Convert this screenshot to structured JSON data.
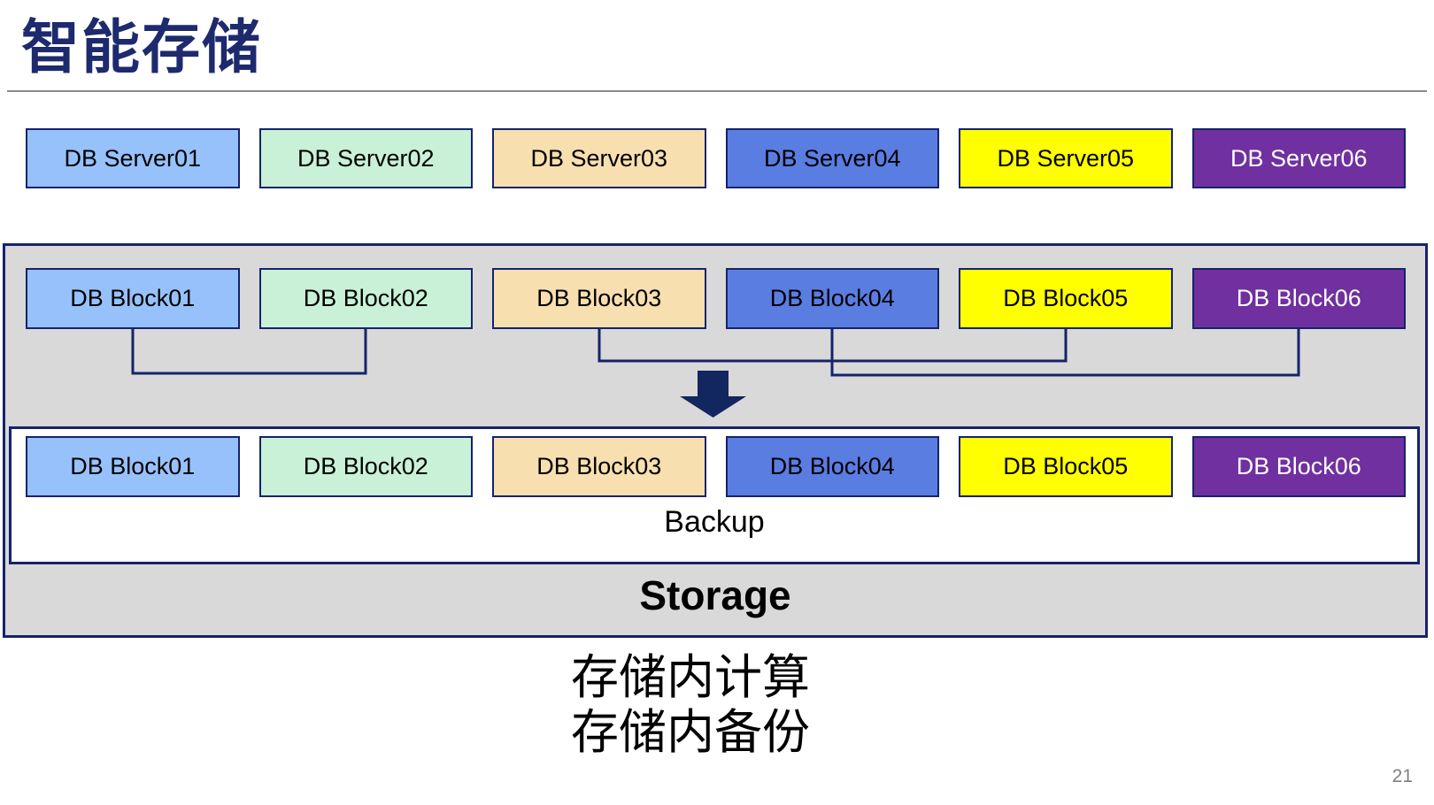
{
  "title": "智能存储",
  "page_number": "21",
  "captions": [
    "存储内计算",
    "存储内备份"
  ],
  "servers": [
    "DB Server01",
    "DB Server02",
    "DB Server03",
    "DB Server04",
    "DB Server05",
    "DB Server06"
  ],
  "storage_unit": {
    "blocks_source": [
      "DB Block01",
      "DB Block02",
      "DB Block03",
      "DB Block04",
      "DB Block05",
      "DB Block06"
    ],
    "blocks_backup": [
      "DB Block01",
      "DB Block02",
      "DB Block03",
      "DB Block04",
      "DB Block05",
      "DB Block06"
    ],
    "backup_label": "Backup",
    "storage_label": "Storage"
  },
  "palette": [
    {
      "name": "light-blue",
      "bg": "#97C1FB",
      "fg": "#000000"
    },
    {
      "name": "mint-green",
      "bg": "#C9F1D7",
      "fg": "#000000"
    },
    {
      "name": "wheat",
      "bg": "#F8DFB0",
      "fg": "#000000"
    },
    {
      "name": "royal-blue",
      "bg": "#5A7DE2",
      "fg": "#000000"
    },
    {
      "name": "yellow",
      "bg": "#FFFF00",
      "fg": "#000000"
    },
    {
      "name": "purple",
      "bg": "#7030A0",
      "fg": "#FFFFFF"
    }
  ],
  "colors": {
    "title-navy": "#1E2A6E",
    "border-navy": "#16236B",
    "arrow-navy": "#12265F",
    "container-gray": "#D9D9D9",
    "rule-gray": "#8A8A8A",
    "page-gray": "#808080"
  }
}
